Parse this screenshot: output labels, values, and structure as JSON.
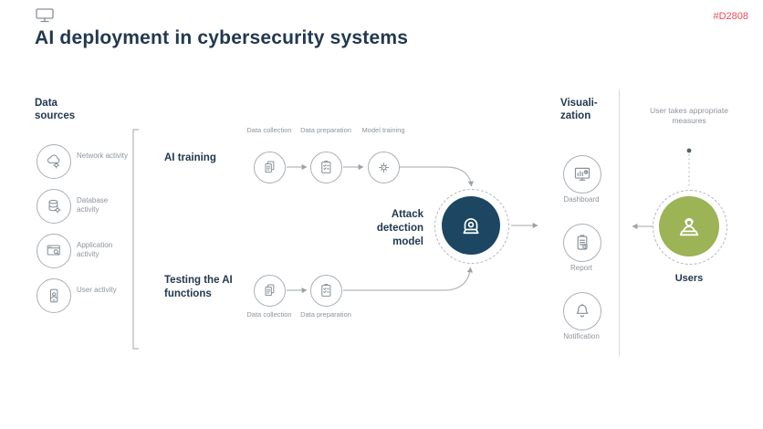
{
  "meta": {
    "slide_id": "#D2808"
  },
  "title": "AI deployment in cybersecurity systems",
  "colors": {
    "navy_text": "#22384f",
    "model_circle": "#1c4662",
    "users_green": "#9cb356",
    "slide_id_red": "#ef4956",
    "gray_text": "#8d949b",
    "line_gray": "#b2b7bc"
  },
  "data_sources": {
    "heading": "Data sources",
    "items": [
      {
        "label": "Network activity",
        "icon": "cloud-gear-icon"
      },
      {
        "label": "Database activity",
        "icon": "database-icon"
      },
      {
        "label": "Application activity",
        "icon": "app-search-icon"
      },
      {
        "label": "User activity",
        "icon": "mobile-user-icon"
      }
    ]
  },
  "ai_training": {
    "label": "AI training",
    "steps": [
      {
        "label": "Data collection",
        "icon": "documents-icon"
      },
      {
        "label": "Data preparation",
        "icon": "checklist-icon"
      },
      {
        "label": "Model training",
        "icon": "ai-burst-icon"
      }
    ]
  },
  "testing": {
    "label": "Testing the AI functions",
    "steps": [
      {
        "label": "Data collection",
        "icon": "documents-icon"
      },
      {
        "label": "Data preparation",
        "icon": "checklist-icon"
      }
    ]
  },
  "attack_model": {
    "label": "Attack detection model",
    "icon": "hacker-laptop-icon"
  },
  "visualization": {
    "heading": "Visuali-\nzation",
    "items": [
      {
        "label": "Dashboard",
        "icon": "dashboard-icon"
      },
      {
        "label": "Report",
        "icon": "report-icon"
      },
      {
        "label": "Notification",
        "icon": "bell-icon"
      }
    ]
  },
  "users": {
    "caption": "User takes appropriate measures",
    "label": "Users",
    "icon": "user-laptop-icon"
  }
}
